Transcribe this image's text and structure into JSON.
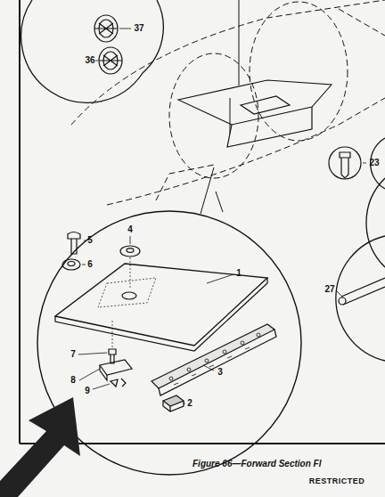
{
  "diagram": {
    "caption": "Figure 66—Forward Section Fl",
    "labels": [
      "37",
      "36",
      "23",
      "5",
      "6",
      "4",
      "1",
      "3",
      "7",
      "8",
      "9",
      "2",
      "27",
      "RESTRICTED"
    ]
  }
}
